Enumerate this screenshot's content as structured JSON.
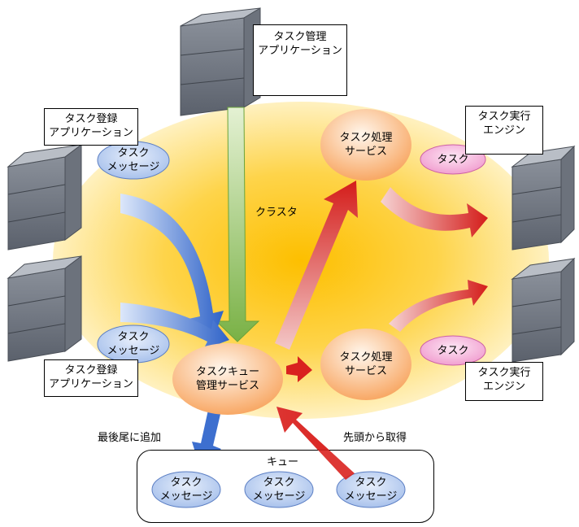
{
  "colors": {
    "cluster_center": "#fdbf00",
    "cluster_edge": "#ffe48c",
    "server_dark": "#5a6270",
    "server_light": "#9ba2ad",
    "message_fill": "#b7cdef",
    "task_fill": "#f5b8dd",
    "service_fill": "#fcc79a",
    "arrow_blue": "#3d6fcf",
    "arrow_red": "#d9221f",
    "arrow_green": "#8dbf5a"
  },
  "manager_app": {
    "line1": "タスク管理",
    "line2": "アプリケーション"
  },
  "register_app_top": {
    "line1": "タスク登録",
    "line2": "アプリケーション"
  },
  "register_app_bottom": {
    "line1": "タスク登録",
    "line2": "アプリケーション"
  },
  "engine_top": {
    "line1": "タスク実行",
    "line2": "エンジン"
  },
  "engine_bottom": {
    "line1": "タスク実行",
    "line2": "エンジン"
  },
  "cluster_label": "クラスタ",
  "message_top": {
    "line1": "タスク",
    "line2": "メッセージ"
  },
  "message_bottom": {
    "line1": "タスク",
    "line2": "メッセージ"
  },
  "service_top": {
    "line1": "タスク処理",
    "line2": "サービス"
  },
  "service_bottom": {
    "line1": "タスク処理",
    "line2": "サービス"
  },
  "task_top": "タスク",
  "task_bottom": "タスク",
  "queue_manager": {
    "line1": "タスクキュー",
    "line2": "管理サービス"
  },
  "append_label": "最後尾に追加",
  "fetch_label": "先頭から取得",
  "queue": {
    "title": "キュー",
    "messages": [
      {
        "line1": "タスク",
        "line2": "メッセージ"
      },
      {
        "line1": "タスク",
        "line2": "メッセージ"
      },
      {
        "line1": "タスク",
        "line2": "メッセージ"
      }
    ]
  }
}
